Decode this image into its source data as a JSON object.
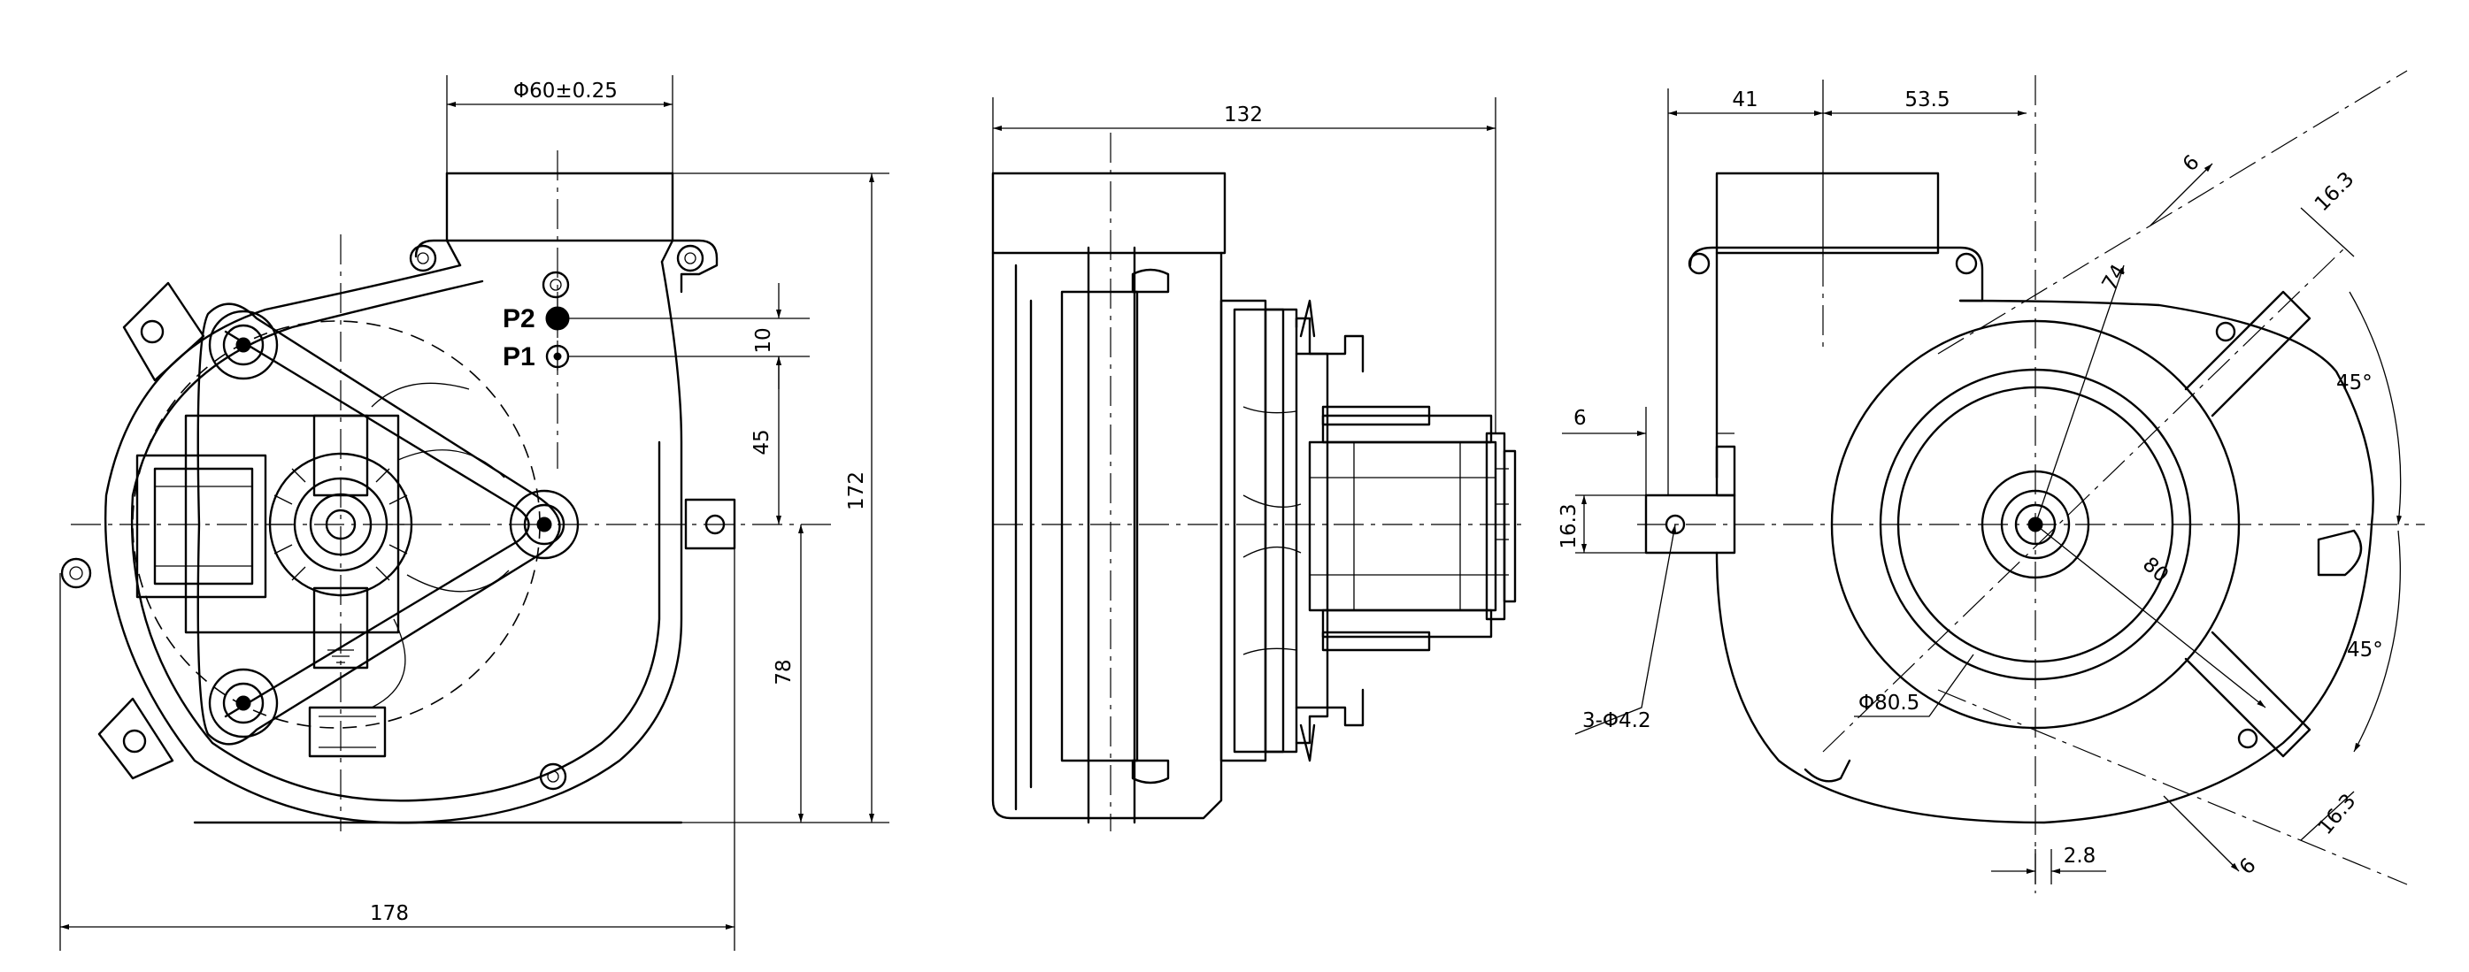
{
  "front_view": {
    "dimensions": {
      "outlet_diameter": "Φ60±0.25",
      "overall_height": "172",
      "overall_width": "178",
      "port_spacing": "10",
      "port_to_center": "45",
      "center_to_bottom": "78"
    },
    "ports": {
      "p2": "P2",
      "p1": "P1"
    }
  },
  "side_view": {
    "dimensions": {
      "overall_depth": "132"
    }
  },
  "rear_view": {
    "dimensions": {
      "outlet_offset": "41",
      "outlet_to_center": "53.5",
      "flange_width_a": "6",
      "flange_width_b": "6",
      "flange_thickness": "6",
      "slot_width_a": "16.3",
      "slot_width_b": "16.3",
      "slot_width_c": "16.3",
      "bolt_radius": "74",
      "bolt_circle": "80",
      "angle_upper": "45°",
      "angle_lower": "45°",
      "mount_holes": "3-Φ4.2",
      "spigot_diameter": "Φ80.5",
      "center_offset": "2.8"
    }
  }
}
